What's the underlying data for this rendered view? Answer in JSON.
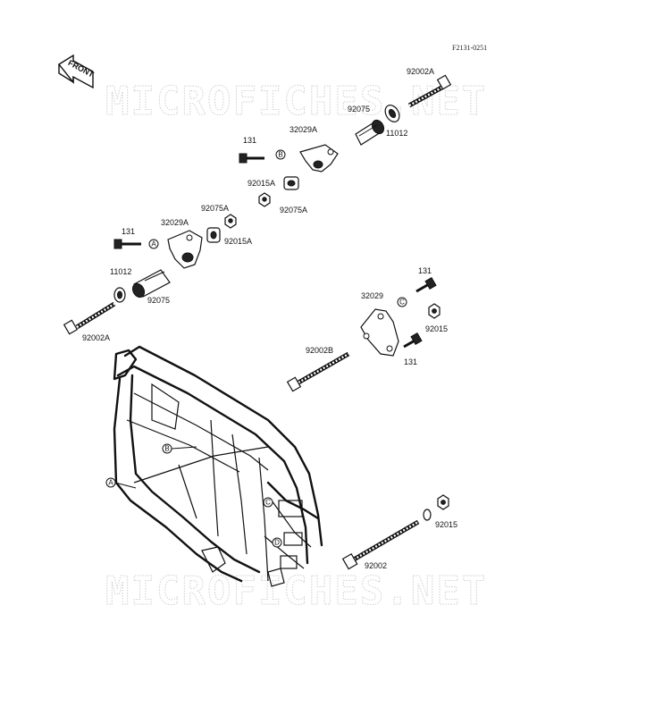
{
  "diagram_code": "F2131-0251",
  "front_label": "FRONT",
  "watermark": "MICROFICHES.NET",
  "parts": {
    "p92002A_top": "92002A",
    "p92075_top": "92075",
    "p11012_top": "11012",
    "p131_top": "131",
    "p32029A_top": "32029A",
    "p92015A_top": "92015A",
    "p92075A_top": "92075A",
    "p92075A_left": "92075A",
    "p131_left": "131",
    "p32029A_left": "32029A",
    "p92015A_left": "92015A",
    "p11012_left": "11012",
    "p92075_left": "92075",
    "p92002A_left": "92002A",
    "p131_right_top": "131",
    "p32029_right": "32029",
    "p92015_right": "92015",
    "p92002B": "92002B",
    "p131_right_bottom": "131",
    "p92002": "92002",
    "p92015_bottom": "92015"
  },
  "markers": {
    "A": "A",
    "B": "B",
    "C": "C",
    "D": "D"
  }
}
